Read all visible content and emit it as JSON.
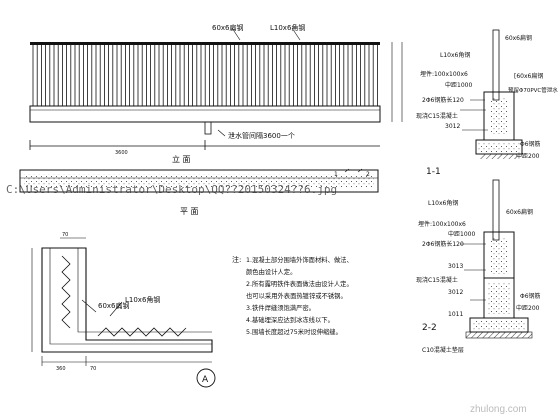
{
  "elevation": {
    "label_flat_bar": "60x6扁钢",
    "label_angle": "L10x6角钢",
    "label_drain": "泄水管间隔3600一个",
    "dim_3600": "3600",
    "title": "立 面"
  },
  "plan": {
    "title": "平 面",
    "marker_1": "1",
    "marker_2": "2"
  },
  "watermark": "C:\\Users\\Administrator\\Desktop\\QQ??20150324??6.jpg",
  "detail_a": {
    "label_flat": "60x6扁钢",
    "label_angle": "L10x6角钢",
    "bubble": "A",
    "dim_a": "70",
    "dim_b": "360",
    "dim_c": "70"
  },
  "notes": {
    "header": "注:",
    "lines": [
      "1.混凝土部分围墙外饰面材料、做法、",
      "   颜色由设计人定。",
      "2.所有露明铁件表面做法由设计人定。",
      "   也可以采用外表面热镀锌或不锈钢。",
      "3.铁件焊缝须饱满严密。",
      "4.基础埋深应达到冰冻线以下。",
      "5.围墙长度超过75米时设伸缩缝。"
    ]
  },
  "section_1": {
    "label_flat": "60x6扁钢",
    "label_angle": "L10x6角钢",
    "label_embed_1": "埋件:100x100x6",
    "label_embed_2": "中距1000",
    "label_pipe": "预留Φ70PVC管泄水",
    "label_flat_2": "[60x6扁钢",
    "label_rebar": "2Φ6钢筋长120",
    "label_concrete": "现浇C15混凝土",
    "dim_3012": "3012",
    "label_stirrup_1": "Φ6钢筋",
    "label_stirrup_2": "中距200",
    "title": "1-1"
  },
  "section_2": {
    "label_angle": "L10x6角钢",
    "label_flat": "60x6扁钢",
    "label_embed_1": "埋件:100x100x6",
    "label_embed_2": "中距1000",
    "label_rebar": "2Φ6钢筋长120",
    "dim_3013": "3013",
    "label_concrete": "现浇C15混凝土",
    "dim_3012": "3012",
    "dim_1011": "1011",
    "label_stirrup_1": "Φ6钢筋",
    "label_stirrup_2": "中距200",
    "label_base": "C10混凝土垫层",
    "title": "2-2"
  },
  "site_watermark": "zhulong.com"
}
